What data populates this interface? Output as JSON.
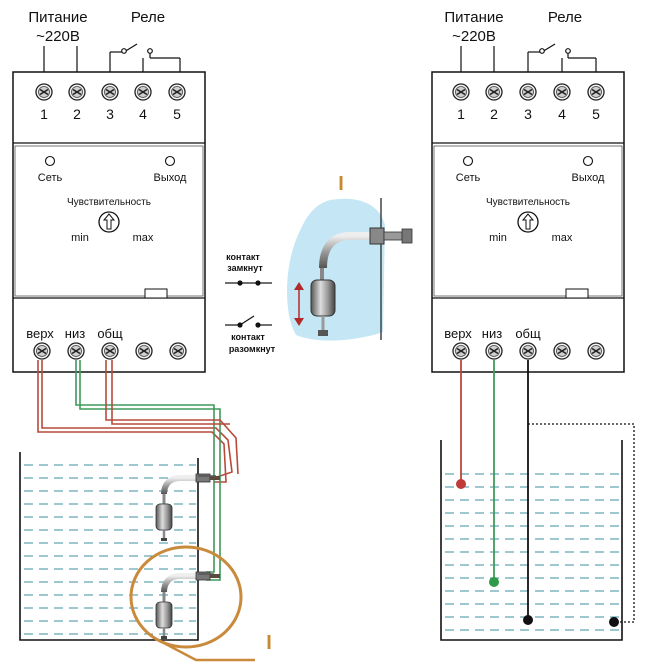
{
  "left_device": {
    "power_label": "Питание",
    "voltage_label": "~220В",
    "relay_label": "Реле",
    "terminals": [
      "1",
      "2",
      "3",
      "4",
      "5"
    ],
    "net_label": "Сеть",
    "output_label": "Выход",
    "sensitivity_label": "Чувствительность",
    "min_label": "min",
    "max_label": "max",
    "bottom_labels": [
      "верх",
      "низ",
      "общ"
    ]
  },
  "right_device": {
    "power_label": "Питание",
    "voltage_label": "~220В",
    "relay_label": "Реле",
    "terminals": [
      "1",
      "2",
      "3",
      "4",
      "5"
    ],
    "net_label": "Сеть",
    "output_label": "Выход",
    "sensitivity_label": "Чувствительность",
    "min_label": "min",
    "max_label": "max",
    "bottom_labels": [
      "верх",
      "низ",
      "общ"
    ]
  },
  "center": {
    "roman_label": "I",
    "closed_line1": "контакт",
    "closed_line2": "замкнут",
    "open_line1": "контакт",
    "open_line2": "разомкнут"
  },
  "tank_left": {
    "roman_label": "I"
  },
  "colors": {
    "wire_red": "#b84a3a",
    "wire_green": "#3f9a5a",
    "wire_black": "#111111",
    "water": "#3d8fa0",
    "highlight": "#c98a3c",
    "roman": "#c88a30",
    "drop": "#bfe4f4"
  }
}
